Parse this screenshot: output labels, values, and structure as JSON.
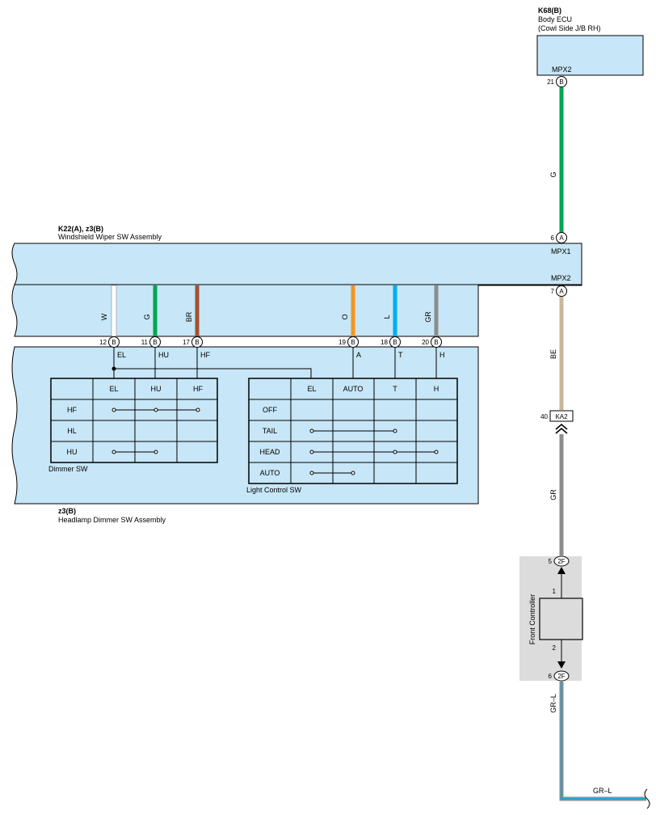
{
  "colors": {
    "box_fill": "#c7e6f7",
    "wire_G": "#00a651",
    "wire_BR": "#a0522d",
    "wire_O": "#f7941d",
    "wire_L": "#00aeef",
    "wire_GR": "#8c8c8c",
    "wire_BE": "#c8b89a",
    "wire_W": "#ffffff",
    "controller_bg": "#dcdcdc"
  },
  "body_ecu": {
    "code": "K68(B)",
    "name": "Body ECU",
    "sub": "(Cowl Side J/B RH)",
    "pin_label": "MPX2",
    "pin_no": "21",
    "conn": "B"
  },
  "wiper_assy": {
    "code": "K22(A), z3(B)",
    "name": "Windshield Wiper SW Assembly",
    "mpx1": "MPX1",
    "mpx2": "MPX2",
    "pin6": "6",
    "pin7": "7",
    "conn_a": "A"
  },
  "wire_ecu": "G",
  "wire_be": "BE",
  "wire_gr": "GR",
  "wire_grl_v": "GR–L",
  "wire_grl_h": "GR–L",
  "connector_ka2": {
    "pin": "40",
    "name": "KA2"
  },
  "vertical_wires": [
    {
      "color_name": "W",
      "pin": "12",
      "conn": "B",
      "signal": "EL"
    },
    {
      "color_name": "G",
      "pin": "11",
      "conn": "B",
      "signal": "HU"
    },
    {
      "color_name": "BR",
      "pin": "17",
      "conn": "B",
      "signal": "HF"
    },
    {
      "color_name": "O",
      "pin": "19",
      "conn": "B",
      "signal": "A"
    },
    {
      "color_name": "L",
      "pin": "18",
      "conn": "B",
      "signal": "T"
    },
    {
      "color_name": "GR",
      "pin": "20",
      "conn": "B",
      "signal": "H"
    }
  ],
  "dimmer_sw": {
    "caption": "Dimmer SW",
    "headers": [
      "EL",
      "HU",
      "HF"
    ],
    "rows": [
      "HF",
      "HL",
      "HU"
    ]
  },
  "light_sw": {
    "caption": "Light Control SW",
    "headers": [
      "EL",
      "AUTO",
      "T",
      "H"
    ],
    "rows": [
      "OFF",
      "TAIL",
      "HEAD",
      "AUTO"
    ]
  },
  "headlamp_assy": {
    "code": "z3(B)",
    "name": "Headlamp Dimmer SW Assembly"
  },
  "front_controller": {
    "name": "Front Controller",
    "top_pin": "5",
    "bottom_pin": "6",
    "conn": "2F",
    "term1": "1",
    "term2": "2"
  }
}
